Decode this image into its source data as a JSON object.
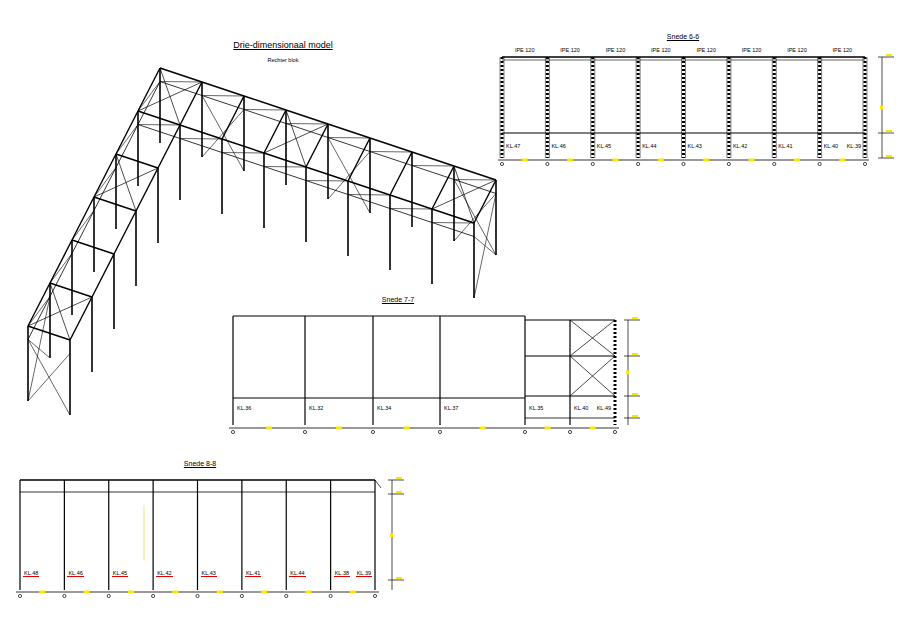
{
  "diagram": {
    "title": "Drie-dimensionaal model",
    "labels": [
      "Rechter blok",
      "Snede 6-6",
      "Snede 7-7",
      "Snede 8-8",
      "IPE 120",
      "IPE 120",
      "IPE 120",
      "IPE 120",
      "IPE 120",
      "IPE 120",
      "IPE 120",
      "IPE 120",
      "KL.47",
      "KL.46",
      "KL.45",
      "KL.44",
      "KL.43",
      "KL.42",
      "KL.41",
      "KL.40",
      "KL.39",
      "KL.36",
      "KL.32",
      "KL.34",
      "KL.37",
      "KL.35",
      "KL.40",
      "KL.49",
      "KL.48",
      "KL.46",
      "KL.45",
      "KL.42",
      "KL.43",
      "KL.41",
      "KL.44",
      "KL.38",
      "KL.39"
    ]
  }
}
